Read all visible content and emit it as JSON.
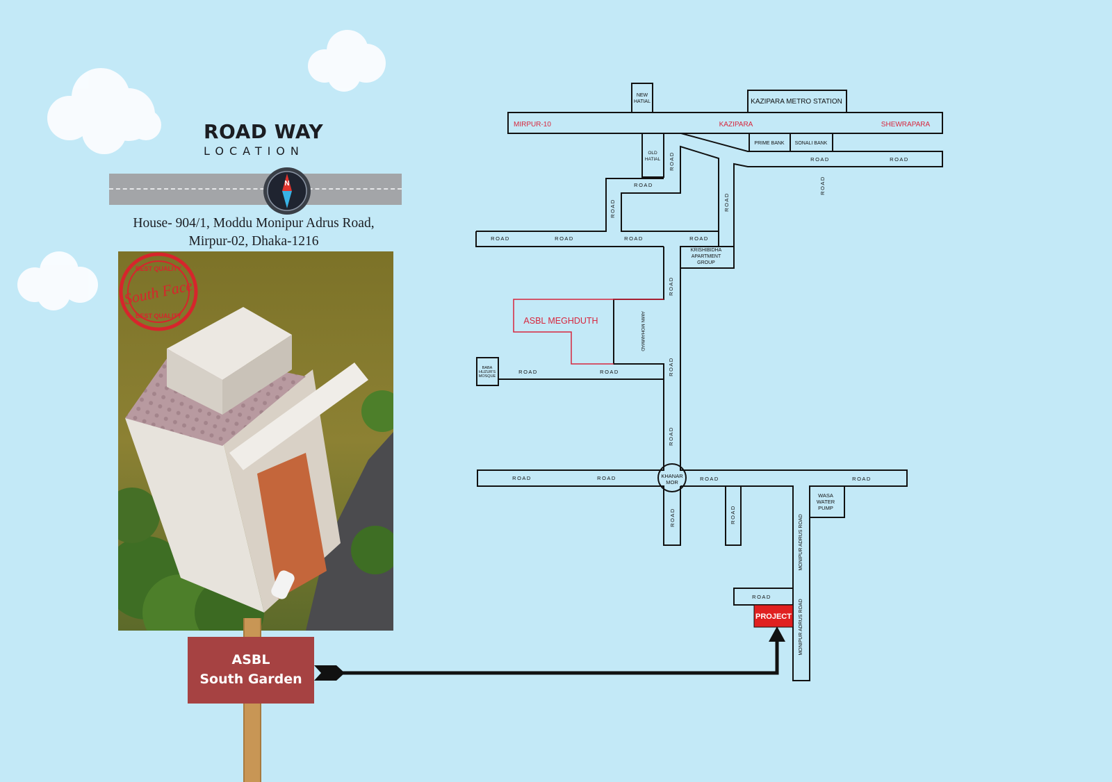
{
  "header": {
    "title": "ROAD WAY",
    "subtitle": "LOCATION",
    "compass_letter": "N"
  },
  "address": {
    "line1": "House- 904/1, Moddu Monipur Adrus Road,",
    "line2": "Mirpur-02, Dhaka-1216"
  },
  "stamp": {
    "top_text": "BEST QUALITY",
    "middle_text": "South Face",
    "bottom_text": "BEST QUALITY"
  },
  "sign": {
    "line1": "ASBL",
    "line2": "South Garden"
  },
  "map": {
    "new_hatial": [
      "NEW",
      "HATIAL"
    ],
    "kazipara_metro": "KAZIPARA METRO STATION",
    "mirpur10": "MIRPUR-10",
    "kazipara": "KAZIPARA",
    "shewrapara": "SHEWRAPARA",
    "old_hatial": [
      "OLD",
      "HATIAL"
    ],
    "prime_bank": "PRIME BANK",
    "sonali_bank": "SONALI BANK",
    "road": "ROAD",
    "krishibidha": [
      "KRISHIBIDHA",
      "APARTMENT",
      "GROUP"
    ],
    "asbl_meghduth": "ASBL MEGHDUTH",
    "amin_mohammad": "AMIN MOHAMMAD",
    "baba_huzurs": [
      "BABA",
      "HUZUR'S",
      "MOSQUE"
    ],
    "khanar_mor": [
      "KHANAR",
      "MOR"
    ],
    "wasa": [
      "WASA",
      "WATER",
      "PUMP"
    ],
    "monipur_adrus": "MONIPUR ADRUS ROAD",
    "project": "PROJECT"
  },
  "colors": {
    "background": "#c3e9f7",
    "accent_red": "#d7263d",
    "sign_red": "#a64242",
    "line": "#111111"
  }
}
